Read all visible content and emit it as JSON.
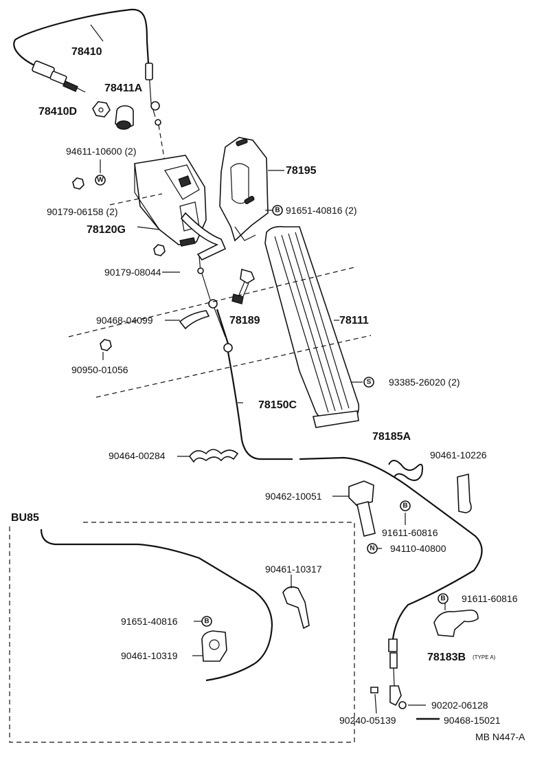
{
  "diagram": {
    "code": "MB N447-A",
    "colors": {
      "ink": "#111111",
      "paper": "#ffffff"
    },
    "inset": {
      "label": "BU85"
    },
    "callouts": {
      "w": "W",
      "b": "B",
      "s": "S",
      "n": "N"
    },
    "labels": {
      "p78410": "78410",
      "p78411a": "78411A",
      "p78410d": "78410D",
      "p94611": "94611-10600 (2)",
      "p90179a": "90179-06158 (2)",
      "p78120g": "78120G",
      "p78195": "78195",
      "p91651a": "91651-40816 (2)",
      "p90179b": "90179-08044",
      "p78189": "78189",
      "p90468a": "90468-04099",
      "p78111": "78111",
      "p90950": "90950-01056",
      "p93385": "93385-26020 (2)",
      "p78150c": "78150C",
      "p78185a": "78185A",
      "p90461a": "90461-10226",
      "p90464": "90464-00284",
      "p90462": "90462-10051",
      "p91611a": "91611-60816",
      "p94110": "94110-40800",
      "p90461b": "90461-10317",
      "p91611b": "91611-60816",
      "p91651b": "91651-40816",
      "p78183b": "78183B",
      "p78183b_note": "(TYPE A)",
      "p90461c": "90461-10319",
      "p90202": "90202-06128",
      "p90240": "90240-05139",
      "p90468b": "90468-15021"
    }
  }
}
